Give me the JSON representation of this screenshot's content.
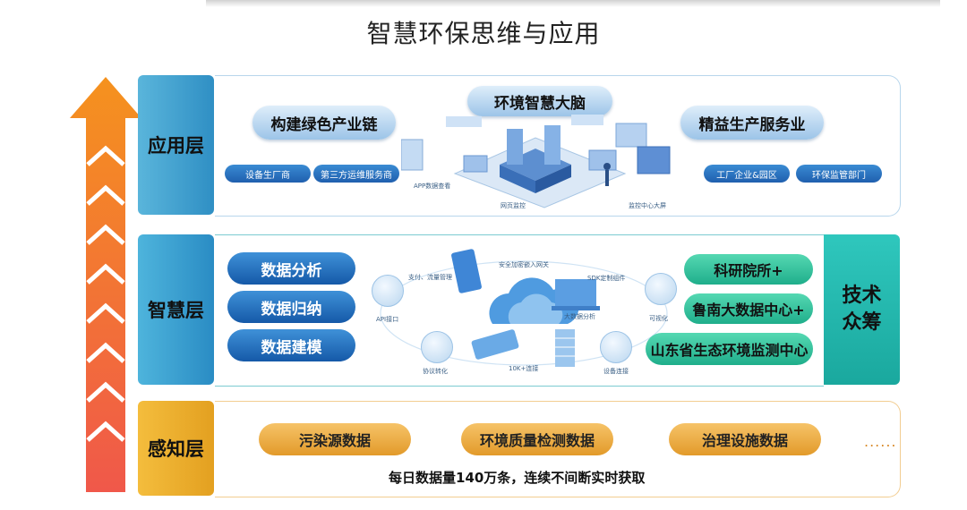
{
  "title": "智慧环保思维与应用",
  "layers": {
    "application": {
      "label": "应用层",
      "left_main": "构建绿色产业链",
      "left_tags": [
        "设备生厂商",
        "第三方运维服务商"
      ],
      "center_main": "环境智慧大脑",
      "center_captions": [
        "APP数据查看",
        "网页监控",
        "监控中心大屏"
      ],
      "right_main": "精益生产服务业",
      "right_tags": [
        "工厂企业&园区",
        "环保监管部门"
      ]
    },
    "smart": {
      "label": "智慧层",
      "left_items": [
        "数据分析",
        "数据归纳",
        "数据建模"
      ],
      "captions": [
        "API接口",
        "支付、流量管理",
        "安全加密嵌入网关",
        "SDK定制组件",
        "可视化",
        "大数据分析",
        "协议转化",
        "10K+连接",
        "设备连接"
      ],
      "right_items": [
        "科研院所+",
        "鲁南大数据中心+",
        "山东省生态环境监测中心"
      ],
      "side_box": [
        "技术",
        "众筹"
      ]
    },
    "perception": {
      "label": "感知层",
      "items": [
        "污染源数据",
        "环境质量检测数据",
        "治理设施数据"
      ],
      "more": "......",
      "note": "每日数据量140万条，连续不间断实时获取"
    }
  },
  "colors": {
    "arrow_top": "#f5921e",
    "arrow_bottom": "#f0584a",
    "app_blue": "#2f8fc4",
    "smart_teal": "#1aa89e",
    "sense_orange": "#e3a020"
  }
}
